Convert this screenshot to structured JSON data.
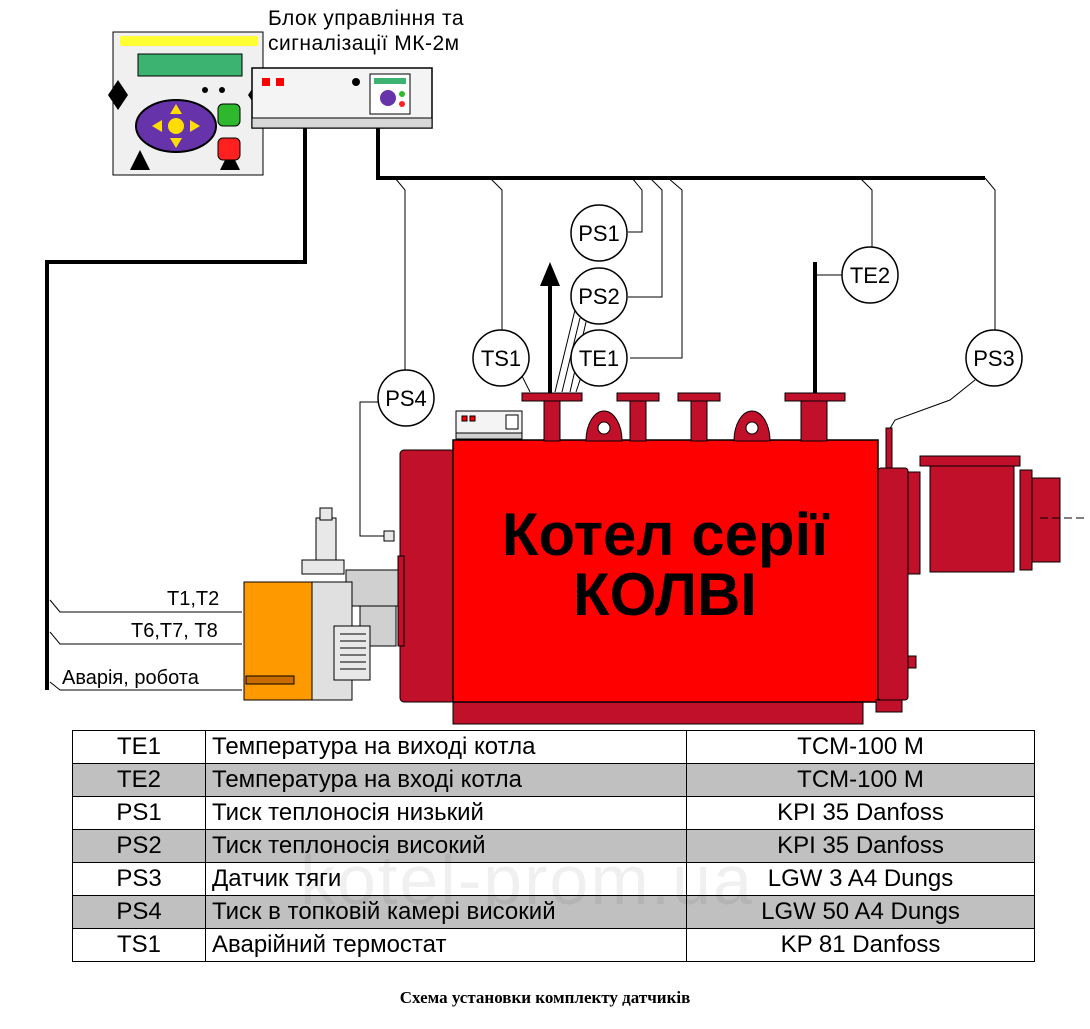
{
  "control_unit": {
    "title_line1": "Блок  управління  та",
    "title_line2": "сигналізації МК-2м"
  },
  "boiler": {
    "label_line1": "Котел серії",
    "label_line2": "КОЛВІ",
    "color": "#ff0000",
    "dark_color": "#c0102a"
  },
  "burner_color": "#ff9900",
  "sensors_on_diagram": {
    "ps1": "PS1",
    "ps2": "PS2",
    "ps3": "PS3",
    "ps4": "PS4",
    "te1": "TE1",
    "te2": "TE2",
    "ts1": "TS1"
  },
  "wire_labels": {
    "t1t2": "Т1,Т2",
    "t678": "Т6,Т7, Т8",
    "alarm": "Аварія, робота"
  },
  "table": [
    {
      "code": "TE1",
      "description": "Температура на виході котла",
      "model": "TCM-100 M",
      "shaded": false
    },
    {
      "code": "TE2",
      "description": "Температура на вході котла",
      "model": "TCM-100 M",
      "shaded": true
    },
    {
      "code": "PS1",
      "description": "Тиск теплоносія низький",
      "model": "KPI 35 Danfoss",
      "shaded": false
    },
    {
      "code": "PS2",
      "description": "Тиск теплоносія високий",
      "model": "KPI 35 Danfoss",
      "shaded": true
    },
    {
      "code": "PS3",
      "description": "Датчик тяги",
      "model": "LGW 3 A4 Dungs",
      "shaded": false
    },
    {
      "code": "PS4",
      "description": "Тиск в топковій камері високий",
      "model": "LGW 50 A4 Dungs",
      "shaded": true
    },
    {
      "code": "TS1",
      "description": "Аварійний термостат",
      "model": "KP 81 Danfoss",
      "shaded": false
    }
  ],
  "caption": "Схема установки комплекту датчиків",
  "watermark": "kotel-prom.ua"
}
